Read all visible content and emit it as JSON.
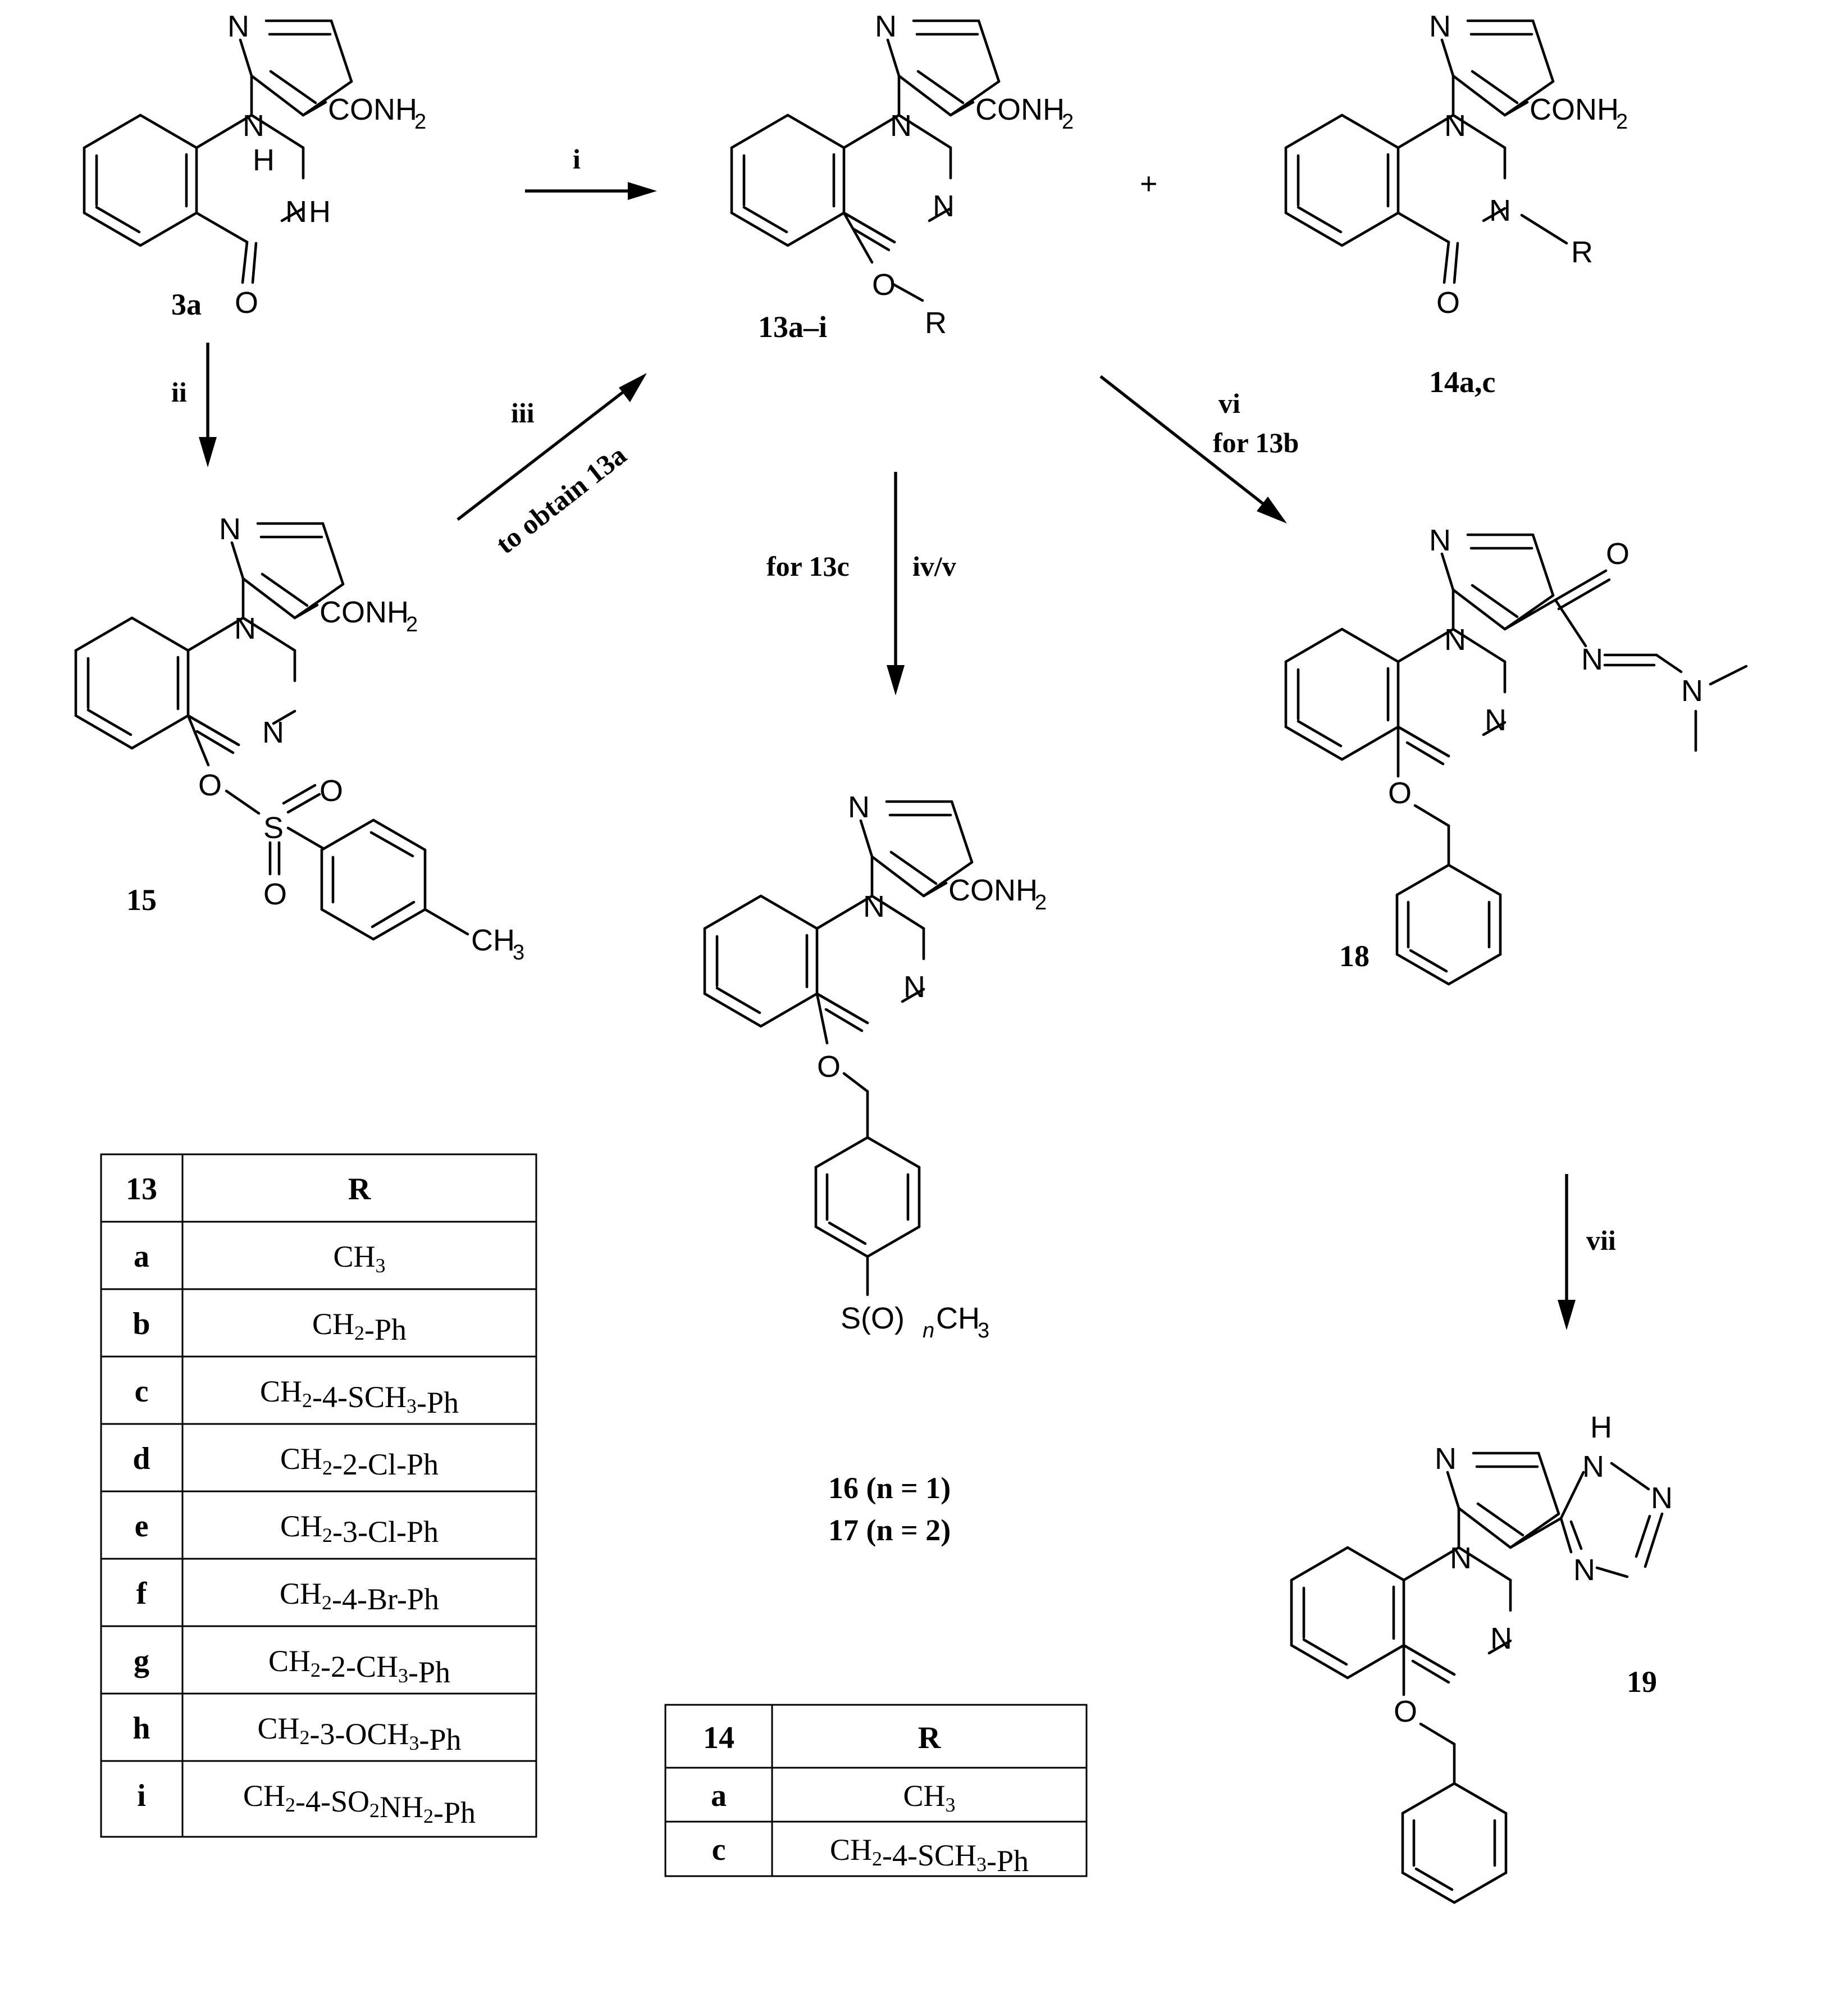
{
  "atoms": {
    "N": "N",
    "NH": "NH",
    "H": "H",
    "O": "O",
    "S": "S",
    "R": "R",
    "C": "C",
    "CONH": "CONH",
    "sub2": "2",
    "CH": "CH",
    "sub3": "3",
    "S_O": "S(O)",
    "n": "n",
    "plus": "+"
  },
  "compounds": {
    "c3a": "3a",
    "c13": "13a–i",
    "c14": "14a,c",
    "c15": "15",
    "c16": "16 (n = 1)",
    "c17": "17 (n = 2)",
    "c18": "18",
    "c19": "19"
  },
  "reagents": {
    "i": "i",
    "ii": "ii",
    "iii": "iii",
    "iii_note": "to obtain 13a",
    "iv_v": "iv/v",
    "iv_note": "for 13c",
    "vi": "vi",
    "vi_note": "for 13b",
    "vii": "vii"
  },
  "table13": {
    "header": [
      "13",
      "R"
    ],
    "rows": [
      {
        "id": "a",
        "pre": "CH",
        "sub": "3",
        "post": ""
      },
      {
        "id": "b",
        "pre": "CH",
        "sub": "2",
        "post": "-Ph"
      },
      {
        "id": "c",
        "pre": "CH",
        "sub": "2",
        "mid": "-4-SCH",
        "sub2": "3",
        "post": "-Ph"
      },
      {
        "id": "d",
        "pre": "CH",
        "sub": "2",
        "post": "-2-Cl-Ph"
      },
      {
        "id": "e",
        "pre": "CH",
        "sub": "2",
        "post": "-3-Cl-Ph"
      },
      {
        "id": "f",
        "pre": "CH",
        "sub": "2",
        "post": "-4-Br-Ph"
      },
      {
        "id": "g",
        "pre": "CH",
        "sub": "2",
        "mid": "-2-CH",
        "sub2": "3",
        "post": "-Ph"
      },
      {
        "id": "h",
        "pre": "CH",
        "sub": "2",
        "mid": "-3-OCH",
        "sub2": "3",
        "post": "-Ph"
      },
      {
        "id": "i",
        "pre": "CH",
        "sub": "2",
        "mid": "-4-SO",
        "sub2": "2",
        "mid2": "NH",
        "sub3": "2",
        "post": "-Ph"
      }
    ]
  },
  "table14": {
    "header": [
      "14",
      "R"
    ],
    "rows": [
      {
        "id": "a",
        "pre": "CH",
        "sub": "3",
        "post": ""
      },
      {
        "id": "c",
        "pre": "CH",
        "sub": "2",
        "mid": "-4-SCH",
        "sub2": "3",
        "post": "-Ph"
      }
    ]
  }
}
